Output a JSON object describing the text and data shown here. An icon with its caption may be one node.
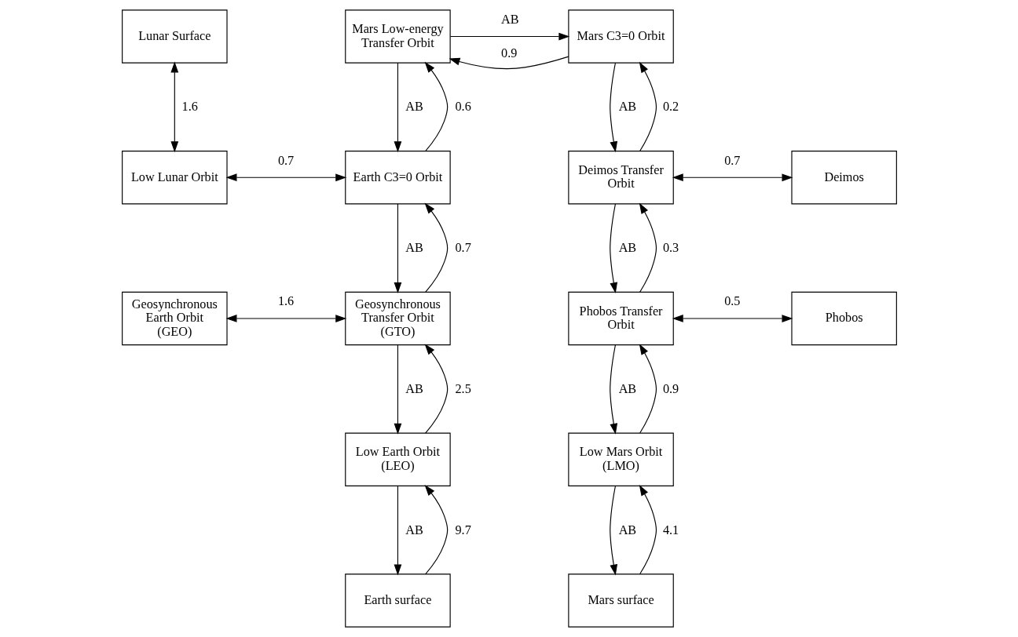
{
  "diagram": {
    "nodes": [
      {
        "text": [
          "Lunar Surface"
        ]
      },
      {
        "text": [
          "Mars Low-energy Transfer Orbit"
        ]
      },
      {
        "text": [
          "Mars C3=0 Orbit"
        ]
      },
      {
        "text": [
          "Low Lunar Orbit"
        ]
      },
      {
        "text": [
          "Earth C3=0 Orbit"
        ]
      },
      {
        "text": [
          "Deimos Transfer Orbit"
        ]
      },
      {
        "text": [
          "Deimos"
        ]
      },
      {
        "text": [
          "Geosynchronous Earth Orbit (GEO)"
        ]
      },
      {
        "text": [
          "Geosynchronous Transfer Orbit (GTO)"
        ]
      },
      {
        "text": [
          "Phobos Transfer Orbit"
        ]
      },
      {
        "text": [
          "Phobos"
        ]
      },
      {
        "text": [
          "Low Earth Orbit (LEO)"
        ]
      },
      {
        "text": [
          "Low Mars Orbit (LMO)"
        ]
      },
      {
        "text": [
          "Earth surface"
        ]
      },
      {
        "text": [
          "Mars surface"
        ]
      }
    ],
    "edges": [
      {
        "from": 2,
        "to": 1,
        "arrow": "to",
        "label": "0.9"
      },
      {
        "from": 1,
        "to": 2,
        "arrow": "to",
        "label": "AB"
      },
      {
        "from": 0,
        "to": 3,
        "arrow": "both",
        "label": "1.6"
      },
      {
        "from": 1,
        "to": 4,
        "arrow": "to",
        "label": "AB"
      },
      {
        "from": 4,
        "to": 1,
        "arrow": "to",
        "label": "0.6"
      },
      {
        "from": 3,
        "to": 4,
        "arrow": "both",
        "label": "0.7"
      },
      {
        "from": 2,
        "to": 5,
        "arrow": "to",
        "label": "AB"
      },
      {
        "from": 5,
        "to": 2,
        "arrow": "to",
        "label": "0.2"
      },
      {
        "from": 5,
        "to": 6,
        "arrow": "both",
        "label": "0.7"
      },
      {
        "from": 4,
        "to": 8,
        "arrow": "to",
        "label": "AB"
      },
      {
        "from": 8,
        "to": 4,
        "arrow": "to",
        "label": "0.7"
      },
      {
        "from": 5,
        "to": 9,
        "arrow": "to",
        "label": "AB"
      },
      {
        "from": 9,
        "to": 5,
        "arrow": "to",
        "label": "0.3"
      },
      {
        "from": 7,
        "to": 8,
        "arrow": "both",
        "label": "1.6"
      },
      {
        "from": 9,
        "to": 10,
        "arrow": "both",
        "label": "0.5"
      },
      {
        "from": 8,
        "to": 11,
        "arrow": "to",
        "label": "AB"
      },
      {
        "from": 11,
        "to": 8,
        "arrow": "to",
        "label": "2.5"
      },
      {
        "from": 9,
        "to": 12,
        "arrow": "to",
        "label": "AB"
      },
      {
        "from": 12,
        "to": 9,
        "arrow": "to",
        "label": "0.9"
      },
      {
        "from": 11,
        "to": 13,
        "arrow": "to",
        "label": "AB"
      },
      {
        "from": 13,
        "to": 11,
        "arrow": "to",
        "label": "9.7"
      },
      {
        "from": 12,
        "to": 14,
        "arrow": "to",
        "label": "AB"
      },
      {
        "from": 14,
        "to": 12,
        "arrow": "to",
        "label": "4.1"
      }
    ]
  }
}
